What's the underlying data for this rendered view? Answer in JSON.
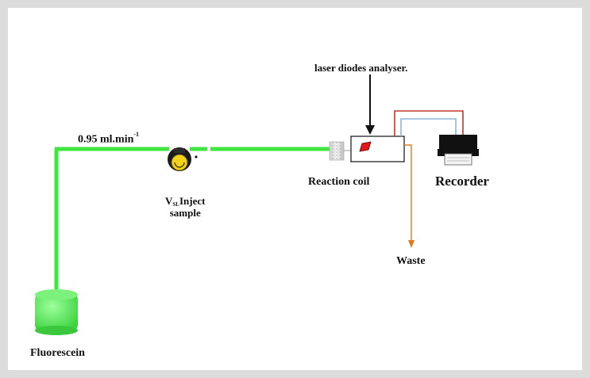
{
  "labels": {
    "flow_rate": "0.95 ml.min",
    "flow_rate_sup": "-1",
    "inject_v": "V",
    "inject_sub": "SL",
    "inject_word": "Inject",
    "inject_line2": "sample",
    "laser": "laser diodes analyser.",
    "reaction_coil": "Reaction coil",
    "recorder": "Recorder",
    "waste": "Waste",
    "fluorescein": "Fluorescein"
  },
  "colors": {
    "frame": "#dcdcdc",
    "flow_line": "#3ee63e",
    "reservoir": "#5ef05e",
    "valve_fill": "#f2d21b",
    "laser_window": "#e01818",
    "waste_line": "#e07a1f",
    "signal_red": "#c0392b",
    "signal_blue": "#8fb6d8",
    "recorder": "#111111"
  }
}
